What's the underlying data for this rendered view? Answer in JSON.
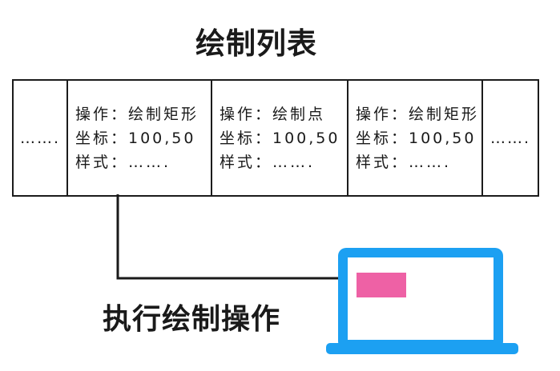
{
  "title": "绘制列表",
  "caption": "执行绘制操作",
  "table": {
    "cells": [
      {
        "type": "ellipsis",
        "text": "……."
      },
      {
        "type": "operation",
        "lines": [
          "操作：绘制矩形",
          "坐标：100,50",
          "样式：……."
        ]
      },
      {
        "type": "operation",
        "lines": [
          "操作：绘制点",
          "坐标：100,50",
          "样式：……."
        ]
      },
      {
        "type": "operation",
        "lines": [
          "操作：绘制矩形",
          "坐标：100,50",
          "样式：……."
        ]
      },
      {
        "type": "ellipsis",
        "text": "……."
      }
    ]
  },
  "laptop": {
    "frame_color": "#1CA0F2",
    "screen_color": "#FFFFFF",
    "drawn_rect_color": "#EE61A5"
  },
  "arrow": {
    "color": "#1A1A1A",
    "from": "draw-rectangle-cell",
    "to": "laptop-screen-rectangle"
  }
}
